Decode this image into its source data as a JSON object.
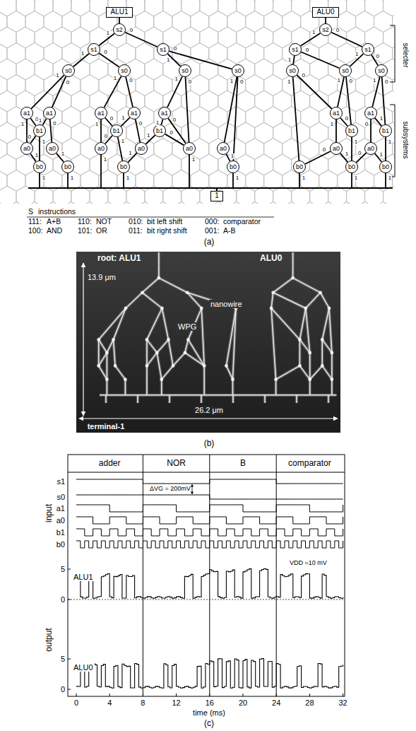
{
  "diagram": {
    "nodes": [
      {
        "text": [
          "ALU1"
        ]
      },
      {
        "text": [
          "ALU0"
        ]
      },
      {
        "text": [
          "s2"
        ]
      },
      {
        "text": [
          "s2"
        ]
      },
      {
        "text": [
          "s1"
        ]
      },
      {
        "text": [
          "s1"
        ]
      },
      {
        "text": [
          "s1"
        ]
      },
      {
        "text": [
          "s1"
        ]
      },
      {
        "text": [
          "s0"
        ]
      },
      {
        "text": [
          "s0"
        ]
      },
      {
        "text": [
          "s0"
        ]
      },
      {
        "text": [
          "s0"
        ]
      },
      {
        "text": [
          "s0"
        ]
      },
      {
        "text": [
          "s0"
        ]
      },
      {
        "text": [
          "s0"
        ]
      },
      {
        "text": [
          "a1"
        ]
      },
      {
        "text": [
          "a1"
        ]
      },
      {
        "text": [
          "a1"
        ]
      },
      {
        "text": [
          "a1"
        ]
      },
      {
        "text": [
          "a1"
        ]
      },
      {
        "text": [
          "a1"
        ]
      },
      {
        "text": [
          "a1"
        ]
      },
      {
        "text": [
          "b1"
        ]
      },
      {
        "text": [
          "b1"
        ]
      },
      {
        "text": [
          "b1"
        ]
      },
      {
        "text": [
          "b1"
        ]
      },
      {
        "text": [
          "b1"
        ]
      },
      {
        "text": [
          "a0"
        ]
      },
      {
        "text": [
          "a0"
        ]
      },
      {
        "text": [
          "a0"
        ]
      },
      {
        "text": [
          "a0"
        ]
      },
      {
        "text": [
          "a0"
        ]
      },
      {
        "text": [
          "a0"
        ]
      },
      {
        "text": [
          "a0"
        ]
      },
      {
        "text": [
          "a0"
        ]
      },
      {
        "text": [
          "b0"
        ]
      },
      {
        "text": [
          "b0"
        ]
      },
      {
        "text": [
          "b0"
        ]
      },
      {
        "text": [
          "b0"
        ]
      },
      {
        "text": [
          "b0"
        ]
      },
      {
        "text": [
          "b0"
        ]
      },
      {
        "text": [
          "b0"
        ]
      },
      {
        "text": [
          "1"
        ]
      }
    ],
    "edges": [
      {
        "from": 0,
        "to": 2,
        "arrow": "none"
      },
      {
        "from": 1,
        "to": 3,
        "arrow": "none"
      },
      {
        "from": 2,
        "to": 4,
        "arrow": "none",
        "label": "1"
      },
      {
        "from": 2,
        "to": 5,
        "arrow": "none",
        "label": "0"
      },
      {
        "from": 3,
        "to": 6,
        "arrow": "none",
        "label": "1"
      },
      {
        "from": 3,
        "to": 7,
        "arrow": "none",
        "label": "0"
      },
      {
        "from": 4,
        "to": 8,
        "arrow": "none",
        "label": "1"
      },
      {
        "from": 4,
        "to": 9,
        "arrow": "none",
        "label": "0"
      },
      {
        "from": 5,
        "to": 10,
        "arrow": "none",
        "label": "1"
      },
      {
        "from": 5,
        "to": 11,
        "arrow": "none",
        "label": "0"
      },
      {
        "from": 6,
        "to": 12,
        "arrow": "none",
        "label": "1"
      },
      {
        "from": 6,
        "to": 13,
        "arrow": "none",
        "label": "0"
      },
      {
        "from": 7,
        "to": 13,
        "arrow": "none",
        "label": "1"
      },
      {
        "from": 7,
        "to": 14,
        "arrow": "none",
        "label": "0"
      },
      {
        "from": 8,
        "to": 15,
        "arrow": "none",
        "label": "1"
      },
      {
        "from": 8,
        "to": 16,
        "arrow": "none",
        "label": "0"
      },
      {
        "from": 9,
        "to": 17,
        "arrow": "none",
        "label": "1"
      },
      {
        "from": 9,
        "to": 18,
        "arrow": "none",
        "label": "0"
      },
      {
        "from": 10,
        "to": 19,
        "arrow": "none",
        "label": "1"
      },
      {
        "from": 10,
        "to": 31,
        "arrow": "none",
        "label": "0"
      },
      {
        "from": 11,
        "to": 32,
        "arrow": "none",
        "label": "1"
      },
      {
        "from": 11,
        "to": 38,
        "arrow": "none",
        "label": "0"
      },
      {
        "from": 12,
        "to": 39,
        "arrow": "none",
        "label": "1"
      },
      {
        "from": 12,
        "to": 20,
        "arrow": "none",
        "label": "0"
      },
      {
        "from": 13,
        "to": 20,
        "arrow": "none",
        "label": "1"
      },
      {
        "from": 13,
        "to": 25,
        "arrow": "none",
        "label": "0"
      },
      {
        "from": 14,
        "to": 21,
        "arrow": "none",
        "label": "1"
      },
      {
        "from": 14,
        "to": 26,
        "arrow": "none",
        "label": "0"
      },
      {
        "from": 15,
        "to": 27,
        "arrow": "none",
        "label": "1"
      },
      {
        "from": 15,
        "to": 22,
        "arrow": "none",
        "label": "0"
      },
      {
        "from": 16,
        "to": 22,
        "arrow": "none",
        "label": "1"
      },
      {
        "from": 16,
        "to": 28,
        "arrow": "none",
        "label": "0"
      },
      {
        "from": 17,
        "to": 29,
        "arrow": "none",
        "label": "1"
      },
      {
        "from": 17,
        "to": 23,
        "arrow": "none",
        "label": "0"
      },
      {
        "from": 18,
        "to": 23,
        "arrow": "none",
        "label": "1"
      },
      {
        "from": 18,
        "to": 30,
        "arrow": "none",
        "label": "0"
      },
      {
        "from": 19,
        "to": 24,
        "arrow": "none",
        "label": "1"
      },
      {
        "from": 19,
        "to": 31,
        "arrow": "none",
        "label": "0"
      },
      {
        "from": 20,
        "to": 33,
        "arrow": "none",
        "label": "1"
      },
      {
        "from": 20,
        "to": 25,
        "arrow": "none",
        "label": "0"
      },
      {
        "from": 21,
        "to": 34,
        "arrow": "none",
        "label": "0"
      },
      {
        "from": 21,
        "to": 26,
        "arrow": "none",
        "label": "1"
      },
      {
        "from": 22,
        "to": 35,
        "arrow": "none",
        "label": "1"
      },
      {
        "from": 22,
        "to": 27,
        "arrow": "none",
        "label": "0"
      },
      {
        "from": 23,
        "to": 37,
        "arrow": "none",
        "label": "1"
      },
      {
        "from": 23,
        "to": 29,
        "arrow": "none",
        "label": "0"
      },
      {
        "from": 24,
        "to": 30,
        "arrow": "none",
        "label": "1"
      },
      {
        "from": 24,
        "to": 31,
        "arrow": "none",
        "label": "0"
      },
      {
        "from": 25,
        "to": 40,
        "arrow": "none",
        "label": "1"
      },
      {
        "from": 26,
        "to": 41,
        "arrow": "none",
        "label": "1"
      },
      {
        "from": 27,
        "to": 35,
        "arrow": "none",
        "label": "1"
      },
      {
        "from": 28,
        "to": 36,
        "arrow": "none",
        "label": "1"
      },
      {
        "from": 29,
        "to": 42,
        "arrow": "none",
        "label": "1"
      },
      {
        "from": 30,
        "to": 37,
        "arrow": "none",
        "label": "1"
      },
      {
        "from": 31,
        "to": 42,
        "arrow": "none",
        "label": "1"
      },
      {
        "from": 32,
        "to": 38,
        "arrow": "none",
        "label": "1"
      },
      {
        "from": 33,
        "to": 39,
        "arrow": "none",
        "label": "0"
      },
      {
        "from": 33,
        "to": 40,
        "arrow": "none",
        "label": "1"
      },
      {
        "from": 34,
        "to": 40,
        "arrow": "none",
        "label": "0"
      },
      {
        "from": 34,
        "to": 41,
        "arrow": "none",
        "label": "1"
      },
      {
        "from": 35,
        "to": 42,
        "arrow": "none",
        "label": "1"
      },
      {
        "from": 36,
        "to": 42,
        "arrow": "none",
        "label": "1"
      },
      {
        "from": 37,
        "to": 42,
        "arrow": "none",
        "label": "1"
      },
      {
        "from": 38,
        "to": 42,
        "arrow": "none",
        "label": "1"
      },
      {
        "from": 39,
        "to": 42,
        "arrow": "none",
        "label": "1"
      },
      {
        "from": 40,
        "to": 42,
        "arrow": "none",
        "label": "1"
      },
      {
        "from": 41,
        "to": 42,
        "arrow": "none",
        "label": "1"
      }
    ],
    "labels": [
      "selecter",
      "subsystems",
      "S",
      "instructions",
      "111:",
      "A+B",
      "110:",
      "NOT",
      "010:",
      "bit left shift",
      "000:",
      "comparator",
      "100:",
      "AND",
      "101:",
      "OR",
      "011:",
      "bit right shift",
      "001:",
      "A-B",
      "(a)",
      "root: ALU1",
      "ALU0",
      "13.9 μm",
      "nanowire",
      "WPG",
      "26.2 μm",
      "terminal-1",
      "(b)",
      "adder",
      "NOR",
      "B",
      "comparator",
      "s1",
      "s0",
      "a1",
      "a0",
      "b1",
      "b0",
      "input",
      "ΔVG = 200mV",
      "output",
      "5",
      "0",
      "ALU1",
      "VDD =10 mV",
      "5",
      "0",
      "ALU0",
      "0",
      "4",
      "8",
      "12",
      "16",
      "20",
      "24",
      "28",
      "32",
      "time (ms)",
      "(c)"
    ]
  }
}
